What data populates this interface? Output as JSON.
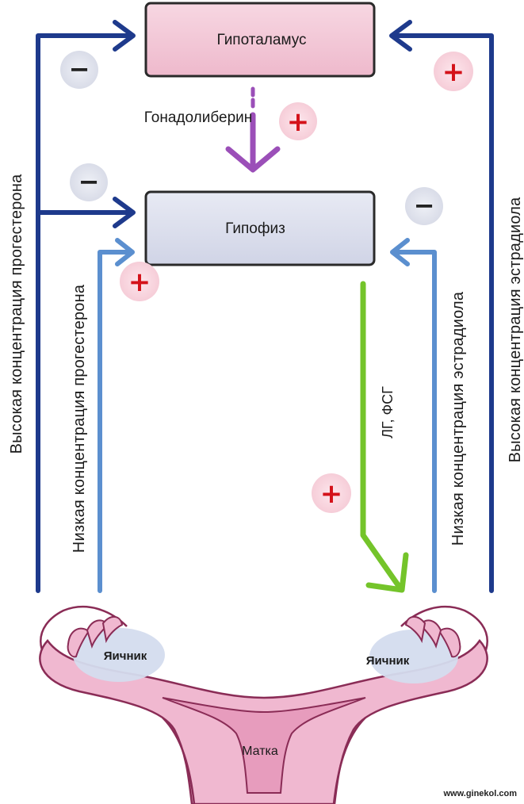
{
  "nodes": {
    "hypothalamus": "Гипоталамус",
    "pituitary": "Гипофиз",
    "ovary_left": "Яичник",
    "ovary_right": "Яичник",
    "uterus": "Матка"
  },
  "edges": {
    "gnrh": "Гонадолиберин",
    "lh_fsh": "ЛГ, ФСГ",
    "high_progesterone": "Высокая концентрация прогестерона",
    "low_progesterone": "Низкая концентрация прогестерона",
    "low_estradiol": "Низкая концентрация эстрадиола",
    "high_estradiol": "Высокая концентрация эстрадиола"
  },
  "signs": {
    "high_progesterone_to_hypothalamus": "−",
    "high_progesterone_to_pituitary": "−",
    "gnrh": "+",
    "low_progesterone": "+",
    "high_estradiol": "+",
    "low_estradiol": "−",
    "lh_fsh": "+"
  },
  "watermark": "www.ginekol.com",
  "colors": {
    "hypothalamus_fill": "#f2c8d6",
    "pituitary_fill": "#dde0ee",
    "dark_blue_arrow": "#1e3a8c",
    "light_blue_arrow": "#5b8fcf",
    "purple_arrow": "#9b4fb8",
    "green_arrow": "#74c42a",
    "plus_sign": "#d4121a",
    "minus_sign": "#222222",
    "uterus_fill": "#f0b8d0",
    "ovary_fill": "#d4dcee"
  }
}
